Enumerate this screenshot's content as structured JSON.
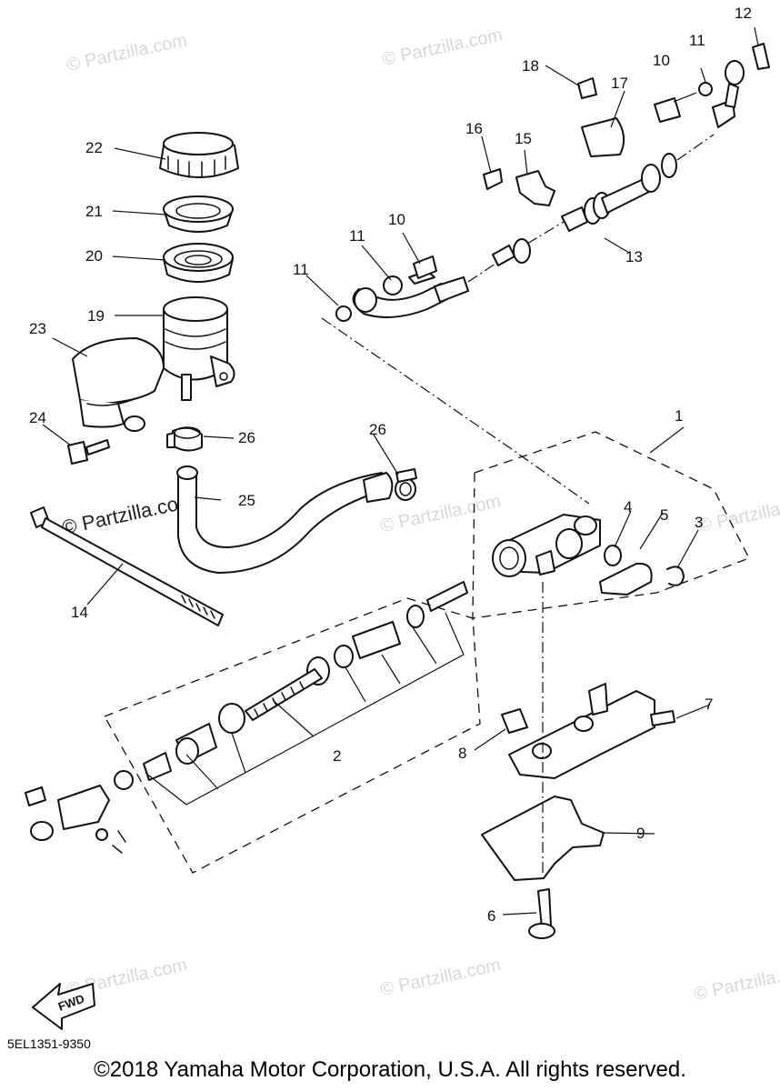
{
  "watermarks": {
    "faint": "© Partzilla.com",
    "strong": "© Partzilla.com"
  },
  "fwd_label": "FWD",
  "diagram_code": "5EL1351-9350",
  "copyright": "©2018  Yamaha Motor Corporation, U.S.A. All rights reserved.",
  "callouts": [
    "1",
    "2",
    "3",
    "4",
    "5",
    "6",
    "7",
    "8",
    "9",
    "10",
    "10",
    "11",
    "11",
    "11",
    "12",
    "13",
    "14",
    "15",
    "16",
    "17",
    "18",
    "19",
    "20",
    "21",
    "22",
    "23",
    "24",
    "25",
    "26",
    "26"
  ]
}
